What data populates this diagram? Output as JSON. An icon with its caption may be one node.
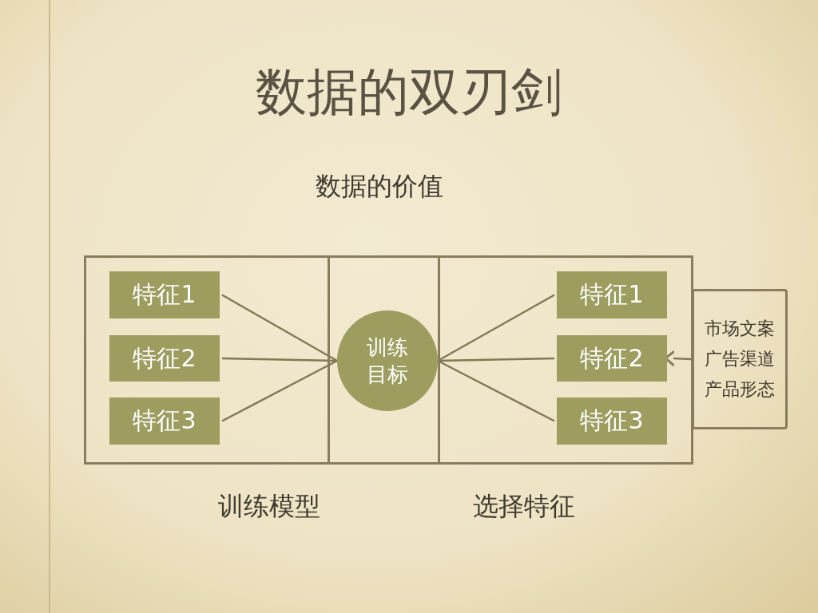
{
  "diagram": {
    "title": "数据的双刃剑",
    "nodes": [
      {
        "text": [
          "训练模型"
        ]
      },
      {
        "text": [
          "特征1"
        ],
        "in": 0
      },
      {
        "text": [
          "特征2"
        ],
        "in": 0
      },
      {
        "text": [
          "特征3"
        ],
        "in": 0
      },
      {
        "text": [],
        "shape": "box"
      },
      {
        "text": [
          "训练目标"
        ],
        "in": 4
      },
      {
        "text": [
          "选择特征"
        ]
      },
      {
        "text": [
          "特征1"
        ],
        "in": 6
      },
      {
        "text": [
          "特征2"
        ],
        "in": 6
      },
      {
        "text": [
          "特征3"
        ],
        "in": 6
      },
      {
        "text": [
          "市场文案",
          "广告渠道",
          "产品形态"
        ]
      }
    ],
    "edges": [
      {
        "from": 1,
        "to": 5,
        "arrow": "none"
      },
      {
        "from": 2,
        "to": 5,
        "arrow": "none"
      },
      {
        "from": 3,
        "to": 5,
        "arrow": "none"
      },
      {
        "from": 5,
        "to": 7,
        "arrow": "none"
      },
      {
        "from": 5,
        "to": 8,
        "arrow": "none"
      },
      {
        "from": 5,
        "to": 9,
        "arrow": "none"
      },
      {
        "from": 10,
        "to": 8,
        "arrow": "to"
      }
    ],
    "labels": [
      "数据的价值"
    ]
  }
}
